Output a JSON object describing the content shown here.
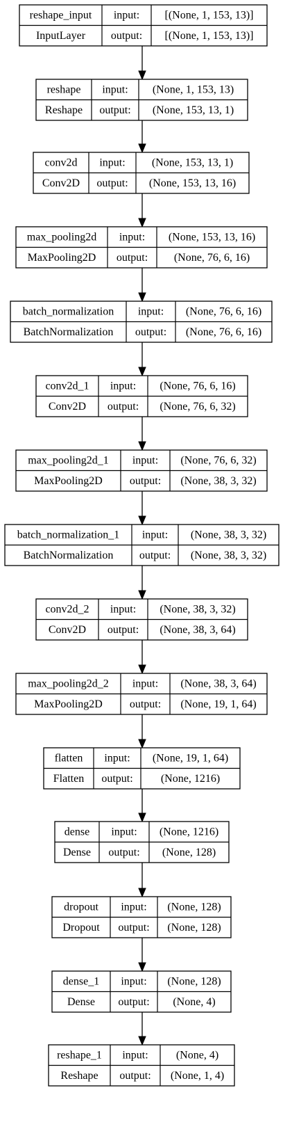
{
  "port_labels": {
    "input": "input:",
    "output": "output:"
  },
  "nodes": [
    {
      "name": "reshape_input",
      "type": "InputLayer",
      "input": "[(None, 1, 153, 13)]",
      "output": "[(None, 1, 153, 13)]"
    },
    {
      "name": "reshape",
      "type": "Reshape",
      "input": "(None, 1, 153, 13)",
      "output": "(None, 153, 13, 1)"
    },
    {
      "name": "conv2d",
      "type": "Conv2D",
      "input": "(None, 153, 13, 1)",
      "output": "(None, 153, 13, 16)"
    },
    {
      "name": "max_pooling2d",
      "type": "MaxPooling2D",
      "input": "(None, 153, 13, 16)",
      "output": "(None, 76, 6, 16)"
    },
    {
      "name": "batch_normalization",
      "type": "BatchNormalization",
      "input": "(None, 76, 6, 16)",
      "output": "(None, 76, 6, 16)"
    },
    {
      "name": "conv2d_1",
      "type": "Conv2D",
      "input": "(None, 76, 6, 16)",
      "output": "(None, 76, 6, 32)"
    },
    {
      "name": "max_pooling2d_1",
      "type": "MaxPooling2D",
      "input": "(None, 76, 6, 32)",
      "output": "(None, 38, 3, 32)"
    },
    {
      "name": "batch_normalization_1",
      "type": "BatchNormalization",
      "input": "(None, 38, 3, 32)",
      "output": "(None, 38, 3, 32)"
    },
    {
      "name": "conv2d_2",
      "type": "Conv2D",
      "input": "(None, 38, 3, 32)",
      "output": "(None, 38, 3, 64)"
    },
    {
      "name": "max_pooling2d_2",
      "type": "MaxPooling2D",
      "input": "(None, 38, 3, 64)",
      "output": "(None, 19, 1, 64)"
    },
    {
      "name": "flatten",
      "type": "Flatten",
      "input": "(None, 19, 1, 64)",
      "output": "(None, 1216)"
    },
    {
      "name": "dense",
      "type": "Dense",
      "input": "(None, 1216)",
      "output": "(None, 128)"
    },
    {
      "name": "dropout",
      "type": "Dropout",
      "input": "(None, 128)",
      "output": "(None, 128)"
    },
    {
      "name": "dense_1",
      "type": "Dense",
      "input": "(None, 128)",
      "output": "(None, 4)"
    },
    {
      "name": "reshape_1",
      "type": "Reshape",
      "input": "(None, 4)",
      "output": "(None, 1, 4)"
    }
  ]
}
